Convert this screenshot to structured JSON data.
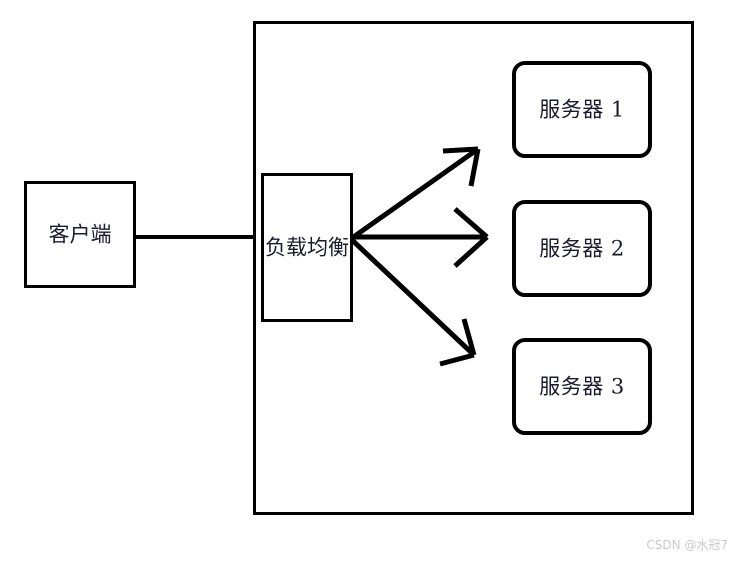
{
  "diagram": {
    "title": "load-balancer-architecture",
    "colors": {
      "stroke": "#000000",
      "text": "#1a1a2e",
      "background": "#ffffff",
      "watermark": "#c9c9c9"
    },
    "client": {
      "label": "客户端"
    },
    "load_balancer": {
      "label": "负载均衡"
    },
    "servers": [
      {
        "label": "服务器 1"
      },
      {
        "label": "服务器 2"
      },
      {
        "label": "服务器 3"
      }
    ],
    "connector": {
      "from": "客户端",
      "to": "负载均衡"
    },
    "arrows": [
      {
        "from": "负载均衡",
        "to": "服务器 1",
        "direction": "up-right"
      },
      {
        "from": "负载均衡",
        "to": "服务器 2",
        "direction": "right"
      },
      {
        "from": "负载均衡",
        "to": "服务器 3",
        "direction": "down-right"
      }
    ]
  },
  "watermark": {
    "text": "CSDN @水冠7"
  }
}
